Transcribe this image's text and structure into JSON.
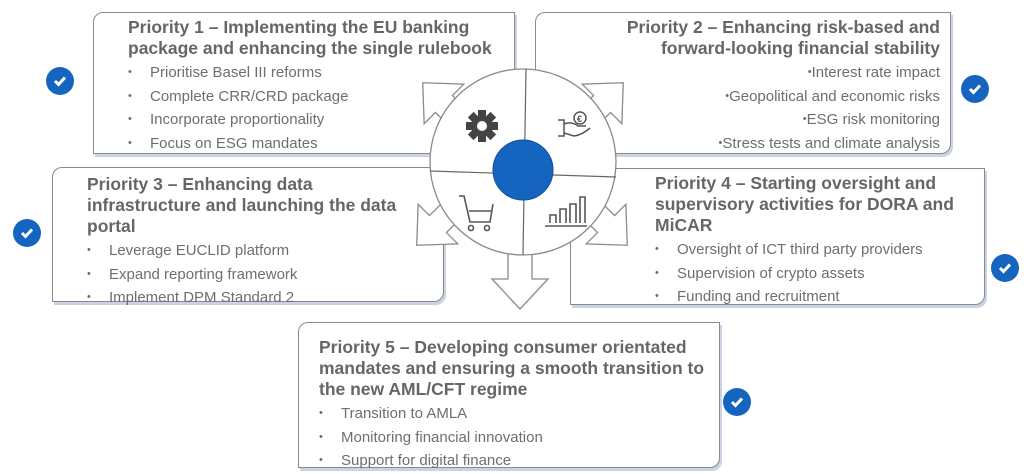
{
  "priorities": [
    {
      "title": "Priority 1 – Implementing the EU banking package and enhancing the single rulebook",
      "items": [
        "Prioritise Basel III reforms",
        "Complete CRR/CRD package",
        "Incorporate proportionality",
        "Focus on ESG mandates"
      ],
      "icon": "gear-icon"
    },
    {
      "title": "Priority 2 – Enhancing risk-based and forward-looking financial stability",
      "items": [
        "Interest rate impact",
        "Geopolitical and economic risks",
        "ESG risk monitoring",
        "Stress tests and climate analysis"
      ],
      "icon": "hand-euro-icon"
    },
    {
      "title": "Priority 3 – Enhancing data infrastructure and launching the data portal",
      "items": [
        "Leverage EUCLID platform",
        "Expand reporting framework",
        "Implement DPM Standard 2"
      ],
      "icon": "cart-icon"
    },
    {
      "title": "Priority 4 – Starting oversight and supervisory activities for DORA and MiCAR",
      "items": [
        "Oversight of ICT third party providers",
        "Supervision of crypto assets",
        "Funding and recruitment"
      ],
      "icon": "bar-chart-icon"
    },
    {
      "title": "Priority 5 – Developing consumer orientated mandates and ensuring a smooth transition to the new AML/CFT regime",
      "items": [
        "Transition to AMLA",
        "Monitoring financial innovation",
        "Support for digital finance"
      ]
    }
  ],
  "colors": {
    "accent": "#1565c0",
    "text": "#666666",
    "border": "#8a8a8a"
  }
}
